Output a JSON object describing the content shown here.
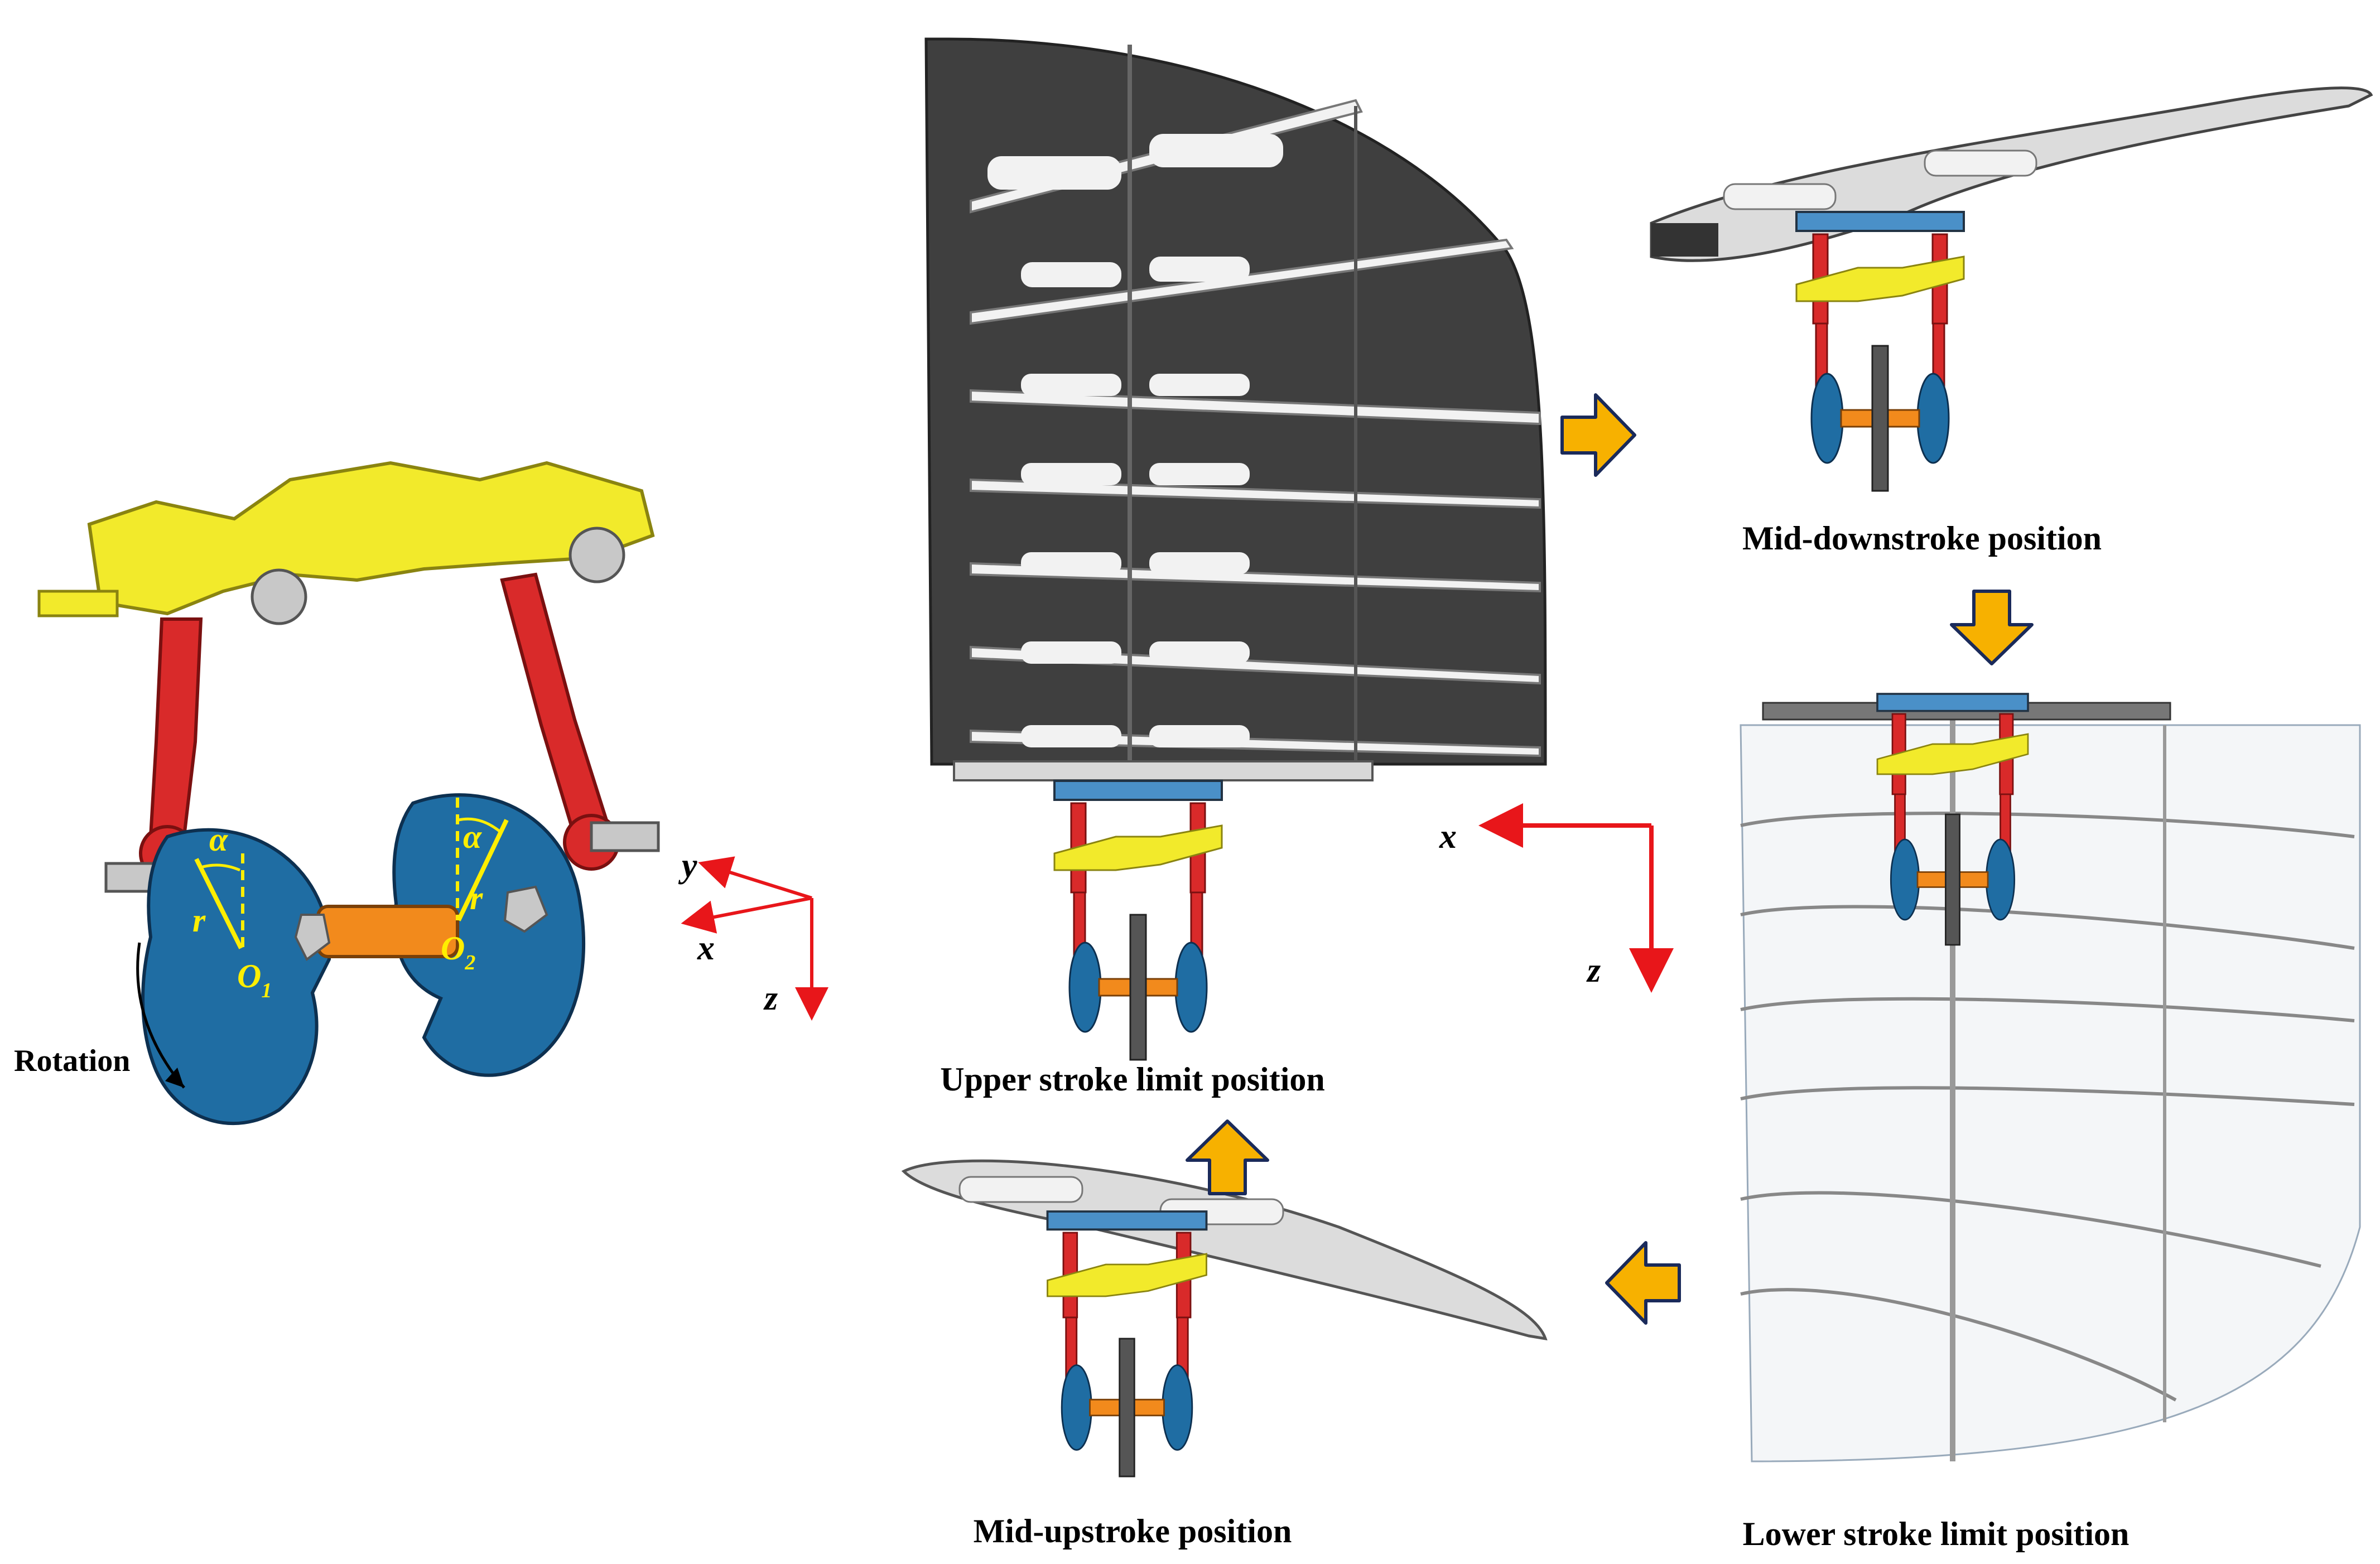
{
  "captions": {
    "upper": "Upper stroke limit position",
    "mid_down": "Mid-downstroke position",
    "lower": "Lower stroke limit position",
    "mid_up": "Mid-upstroke position"
  },
  "mechanism_labels": {
    "rotation": "Rotation",
    "alpha": "α",
    "r": "r",
    "O": "O",
    "sub1": "1",
    "sub2": "2"
  },
  "axes_left": {
    "x": "x",
    "y": "y",
    "z": "z"
  },
  "axes_mid": {
    "x": "x",
    "z": "z"
  },
  "colors": {
    "wing_dark": "#3f3f3f",
    "link_red": "#d92a2a",
    "bracket_yellow": "#f2ea2b",
    "disk_blue": "#1f6da3",
    "shaft_orange": "#f28a1c",
    "arrow_fill": "#f7b100",
    "arrow_stroke": "#1a2a5a",
    "axis_red": "#e8161a"
  }
}
